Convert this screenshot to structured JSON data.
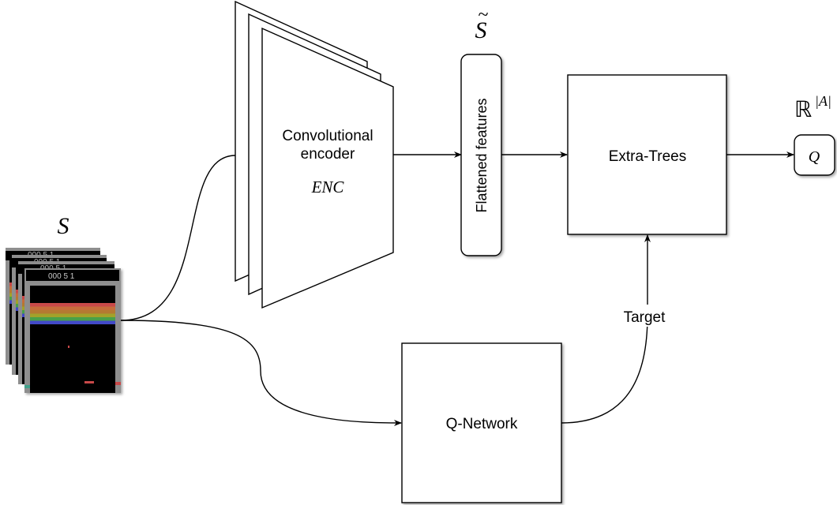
{
  "state_label": "S",
  "encoder": {
    "line1": "Convolutional",
    "line2": "encoder",
    "symbol": "ENC"
  },
  "features": {
    "symbol_base": "S",
    "symbol_accent": "~",
    "label": "Flattened features"
  },
  "extra_trees_label": "Extra-Trees",
  "q_network_label": "Q-Network",
  "target_label": "Target",
  "output": {
    "space_base": "ℝ",
    "space_exp": "|A|",
    "q_label": "Q"
  },
  "game_screen": {
    "score_text": "000  5  1"
  },
  "colors": {
    "line": "#000000",
    "brick_rows": [
      "#c84848",
      "#c66c3a",
      "#b47a30",
      "#a2a22a",
      "#48a048",
      "#4248c8"
    ],
    "frame_border": "#8e8e8e",
    "screen_bg": "#000000",
    "paddle": "#c84848"
  }
}
